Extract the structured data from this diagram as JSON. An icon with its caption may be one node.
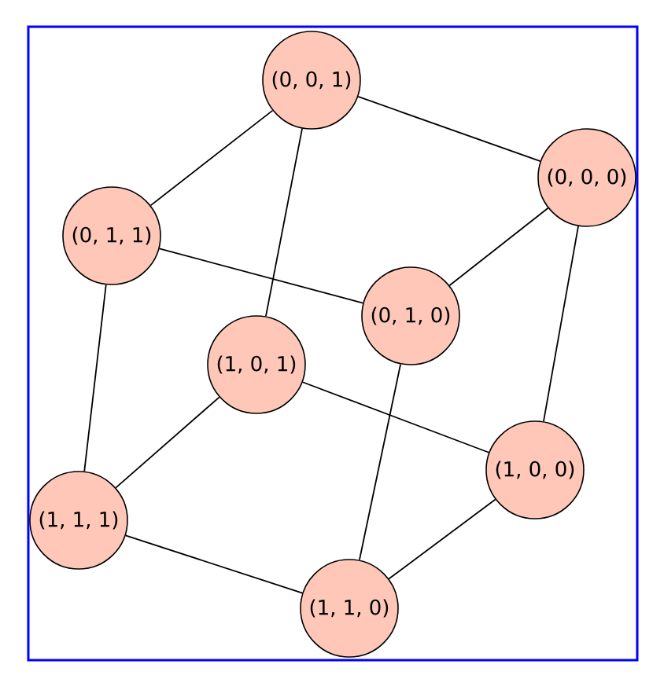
{
  "diagram": {
    "nodes": [
      {
        "text": [
          "(0, 0, 1)"
        ]
      },
      {
        "text": [
          "(0, 0, 0)"
        ]
      },
      {
        "text": [
          "(0, 1, 1)"
        ]
      },
      {
        "text": [
          "(0, 1, 0)"
        ]
      },
      {
        "text": [
          "(1, 0, 1)"
        ]
      },
      {
        "text": [
          "(1, 0, 0)"
        ]
      },
      {
        "text": [
          "(1, 1, 1)"
        ]
      },
      {
        "text": [
          "(1, 1, 0)"
        ]
      }
    ],
    "edges": [
      {
        "from": 0,
        "to": 1,
        "arrow": "none"
      },
      {
        "from": 0,
        "to": 2,
        "arrow": "none"
      },
      {
        "from": 0,
        "to": 4,
        "arrow": "none"
      },
      {
        "from": 1,
        "to": 3,
        "arrow": "none"
      },
      {
        "from": 1,
        "to": 5,
        "arrow": "none"
      },
      {
        "from": 2,
        "to": 3,
        "arrow": "none"
      },
      {
        "from": 2,
        "to": 6,
        "arrow": "none"
      },
      {
        "from": 3,
        "to": 7,
        "arrow": "none"
      },
      {
        "from": 4,
        "to": 5,
        "arrow": "none"
      },
      {
        "from": 4,
        "to": 6,
        "arrow": "none"
      },
      {
        "from": 5,
        "to": 7,
        "arrow": "none"
      },
      {
        "from": 6,
        "to": 7,
        "arrow": "none"
      }
    ]
  }
}
